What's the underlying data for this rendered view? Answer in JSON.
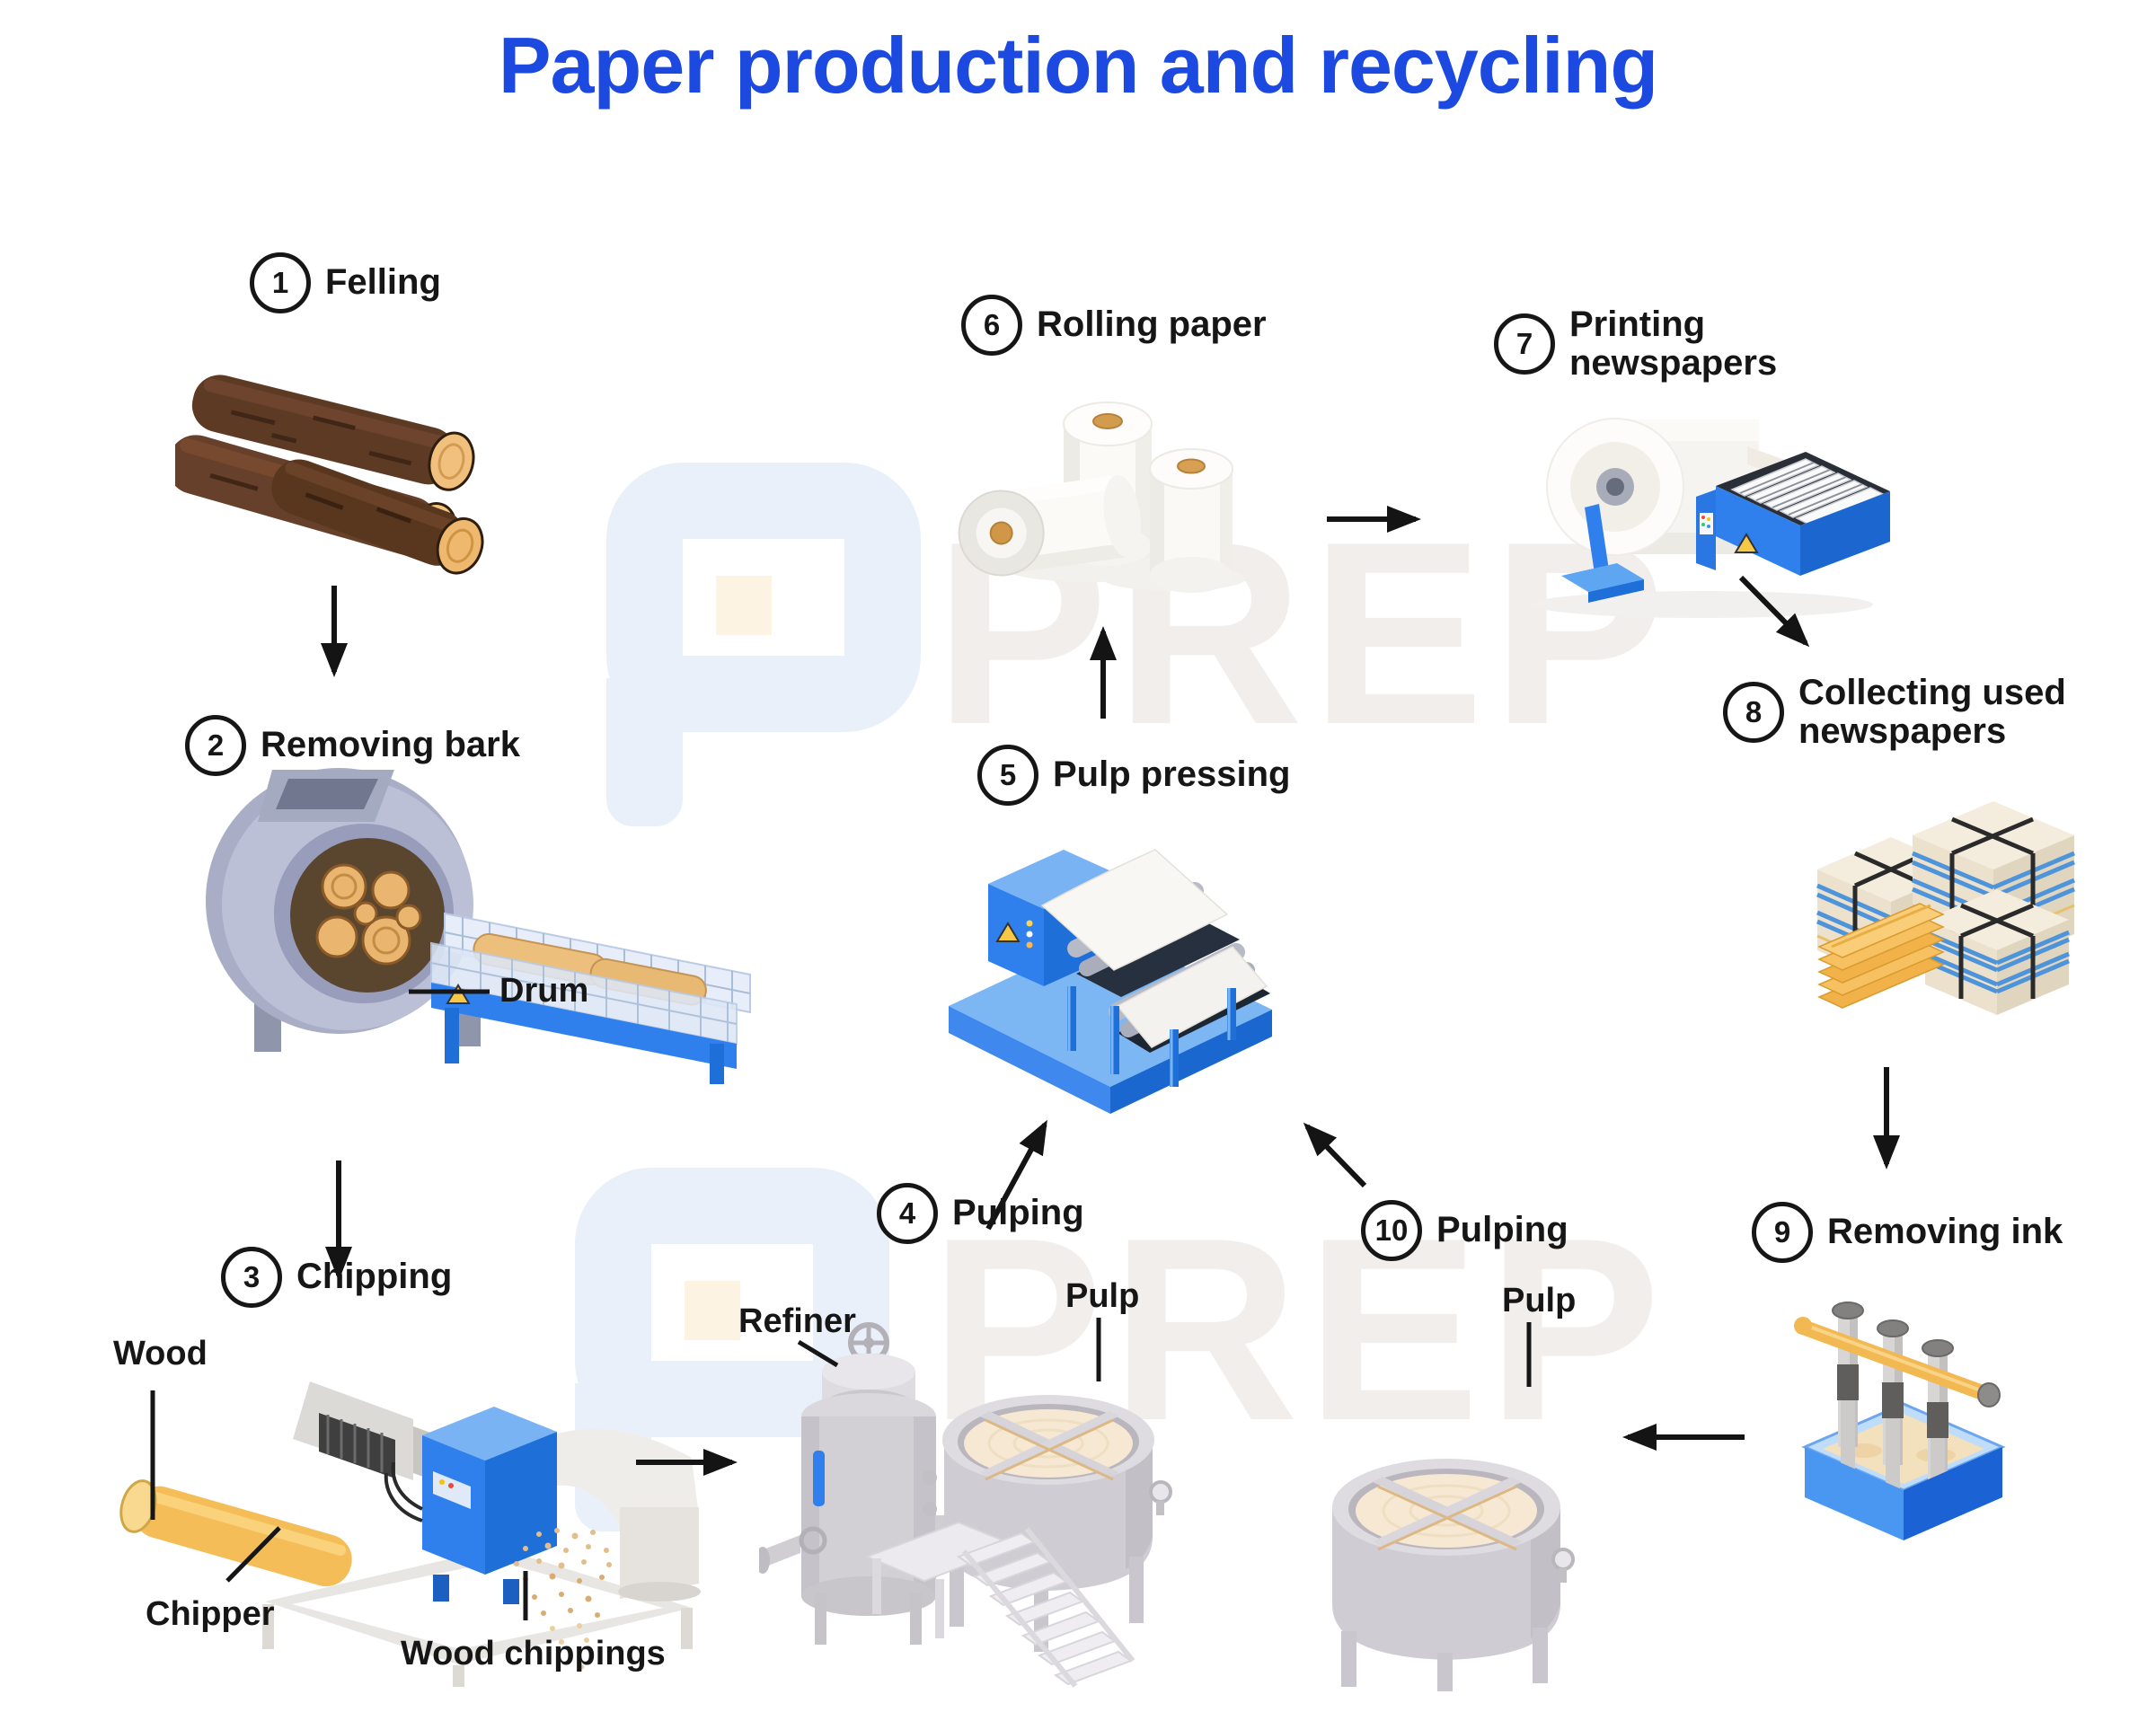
{
  "title": "Paper production and recycling",
  "steps": [
    {
      "number": "1",
      "label": "Felling"
    },
    {
      "number": "2",
      "label": "Removing bark"
    },
    {
      "number": "3",
      "label": "Chipping"
    },
    {
      "number": "4",
      "label": "Pulping"
    },
    {
      "number": "5",
      "label": "Pulp pressing"
    },
    {
      "number": "6",
      "label": "Rolling paper"
    },
    {
      "number": "7",
      "label": "Printing newspapers"
    },
    {
      "number": "8",
      "label": "Collecting used newspapers"
    },
    {
      "number": "9",
      "label": "Removing ink"
    },
    {
      "number": "10",
      "label": "Pulping"
    }
  ],
  "annotations": {
    "drum": "Drum",
    "wood": "Wood",
    "chipper": "Chipper",
    "wood_chippings": "Wood chippings",
    "refiner": "Refiner",
    "pulp_step4": "Pulp",
    "pulp_step10": "Pulp"
  },
  "watermark": {
    "text": "PREP"
  },
  "illustrations": [
    "felled-logs-icon",
    "debarking-drum-icon",
    "wood-chipper-icon",
    "refiner-and-pulp-vat-icon",
    "pulp-press-icon",
    "paper-rolls-icon",
    "newspaper-printer-icon",
    "newspaper-bundles-icon",
    "ink-removal-tub-icon",
    "pulp-vat-icon"
  ],
  "colors": {
    "title_blue": "#1c49e0",
    "machine_blue": "#2f80ed",
    "machine_blue_light": "#7cb7f3",
    "machine_blue_dark": "#1b66cf",
    "arrow_black": "#141414",
    "log_brown": "#5d3a24",
    "log_face_tan": "#f1c07c",
    "pulp_cream": "#f6e8d2",
    "steel_grey": "#cfccd3",
    "drum_lavender": "#bcc0d6",
    "paper_white": "#fbfaf7",
    "newspaper_yellow": "#f2b24a",
    "watermark_blue": "#e9f0fa",
    "watermark_grey": "#f2eeeb"
  }
}
